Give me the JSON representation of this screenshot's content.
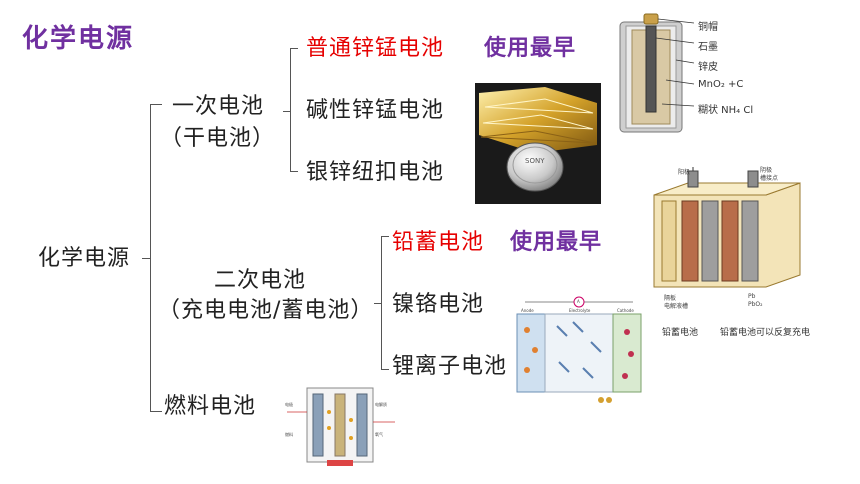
{
  "title": "化学电源",
  "root_label": "化学电源",
  "primary": {
    "label_line1": "一次电池",
    "label_line2": "（干电池）",
    "items": [
      {
        "name": "普通锌锰电池"
      },
      {
        "name": "碱性锌锰电池"
      },
      {
        "name": "银锌纽扣电池"
      }
    ],
    "note": "使用最早"
  },
  "secondary": {
    "label_line1": "二次电池",
    "label_line2": "（充电电池/蓄电池）",
    "items": [
      {
        "name": "铅蓄电池"
      },
      {
        "name": "镍铬电池"
      },
      {
        "name": "锂离子电池"
      }
    ],
    "note": "使用最早"
  },
  "fuel": {
    "label": "燃料电池"
  },
  "dry_cell_diagram": {
    "labels": [
      "铜帽",
      "石墨",
      "锌皮",
      "MnO₂ +C",
      "糊状 NH₄ Cl"
    ]
  },
  "lead_acid_diagram": {
    "labels": [
      "阳极",
      "阴极",
      "槽接点",
      "隔板",
      "电解液槽",
      "Pb",
      "PbO₂"
    ],
    "caption_left": "铅蓄电池",
    "caption_right": "铅蓄电池可以反复充电"
  },
  "coin_cell_photo": {
    "text": "SONY"
  },
  "li_ion_diagram": {
    "labels": [
      "Anode",
      "Electrolyte",
      "Cathode",
      "A"
    ]
  },
  "fuel_cell_diagram": {
    "labels": [
      "电极",
      "电解质",
      "燃料",
      "氧气"
    ]
  },
  "colors": {
    "accent_purple": "#7030a0",
    "accent_red": "#e60000",
    "line": "#555555"
  }
}
